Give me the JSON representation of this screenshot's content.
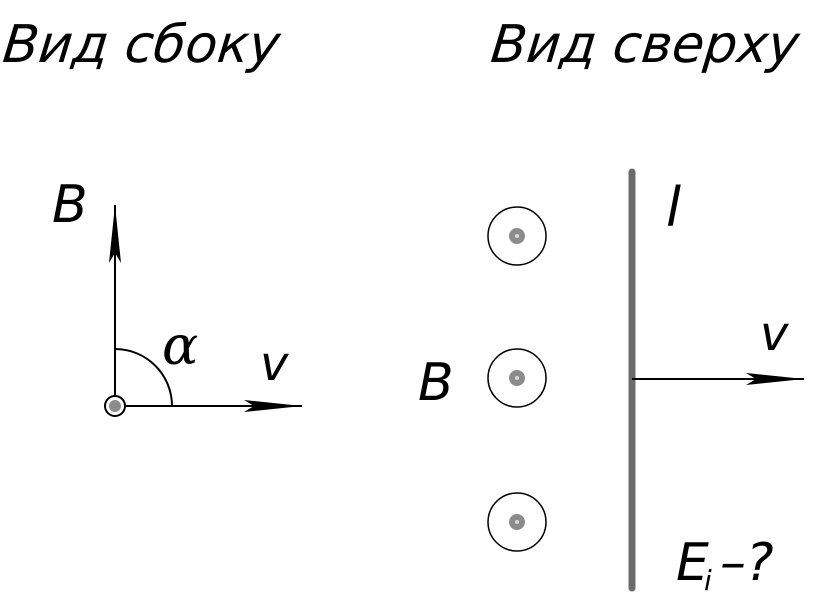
{
  "side_view": {
    "title": "Вид сбоку",
    "field_label": "B",
    "angle_label": "α",
    "velocity_label": "v"
  },
  "top_view": {
    "title": "Вид сверху",
    "field_label": "B",
    "conductor_label": "l",
    "velocity_label": "v",
    "question_main": "E",
    "question_sub": "i",
    "question_tail": "–?"
  },
  "colors": {
    "ink": "#000000",
    "conductor": "#6b6b6b",
    "dot": "#8c8c8c"
  }
}
